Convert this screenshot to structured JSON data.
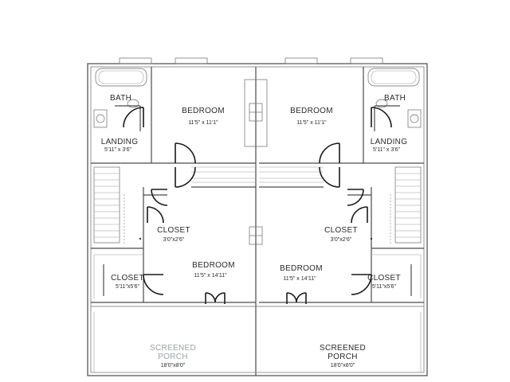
{
  "rooms": {
    "bath_left": "BATH",
    "bath_right": "BATH",
    "bedroom_top_left": {
      "name": "BEDROOM",
      "dim": "11'5\" x 11'1\""
    },
    "bedroom_top_right": {
      "name": "BEDROOM",
      "dim": "11'5\" x 11'1\""
    },
    "landing_left": {
      "name": "LANDING",
      "dim": "5'11\" x 3'6\""
    },
    "landing_right": {
      "name": "LANDING",
      "dim": "5'11\" x 3'6\""
    },
    "closet_mid_left": {
      "name": "CLOSET",
      "dim": "3'0\"x2'6\""
    },
    "closet_mid_right": {
      "name": "CLOSET",
      "dim": "3'0\"x2'6\""
    },
    "bedroom_bottom_left": {
      "name": "BEDROOM",
      "dim": "11'5\" x 14'11\""
    },
    "bedroom_bottom_right": {
      "name": "BEDROOM",
      "dim": "11'5\" x 14'11\""
    },
    "closet_low_left": {
      "name": "CLOSET",
      "dim": "5'11\"x5'6\""
    },
    "closet_low_right": {
      "name": "CLOSET",
      "dim": "5'11\"x5'6\""
    },
    "porch_left": {
      "line1": "SCREENED",
      "line2": "PORCH",
      "dim": "18'0\"x8'0\""
    },
    "porch_right": {
      "line1": "SCREENED",
      "line2": "PORCH",
      "dim": "18'0\"x8'0\""
    }
  },
  "colors": {
    "wall": "#4a4a4a",
    "text": "#2a2a2a",
    "faint_text": "#9aa3a8",
    "background": "#ffffff"
  }
}
